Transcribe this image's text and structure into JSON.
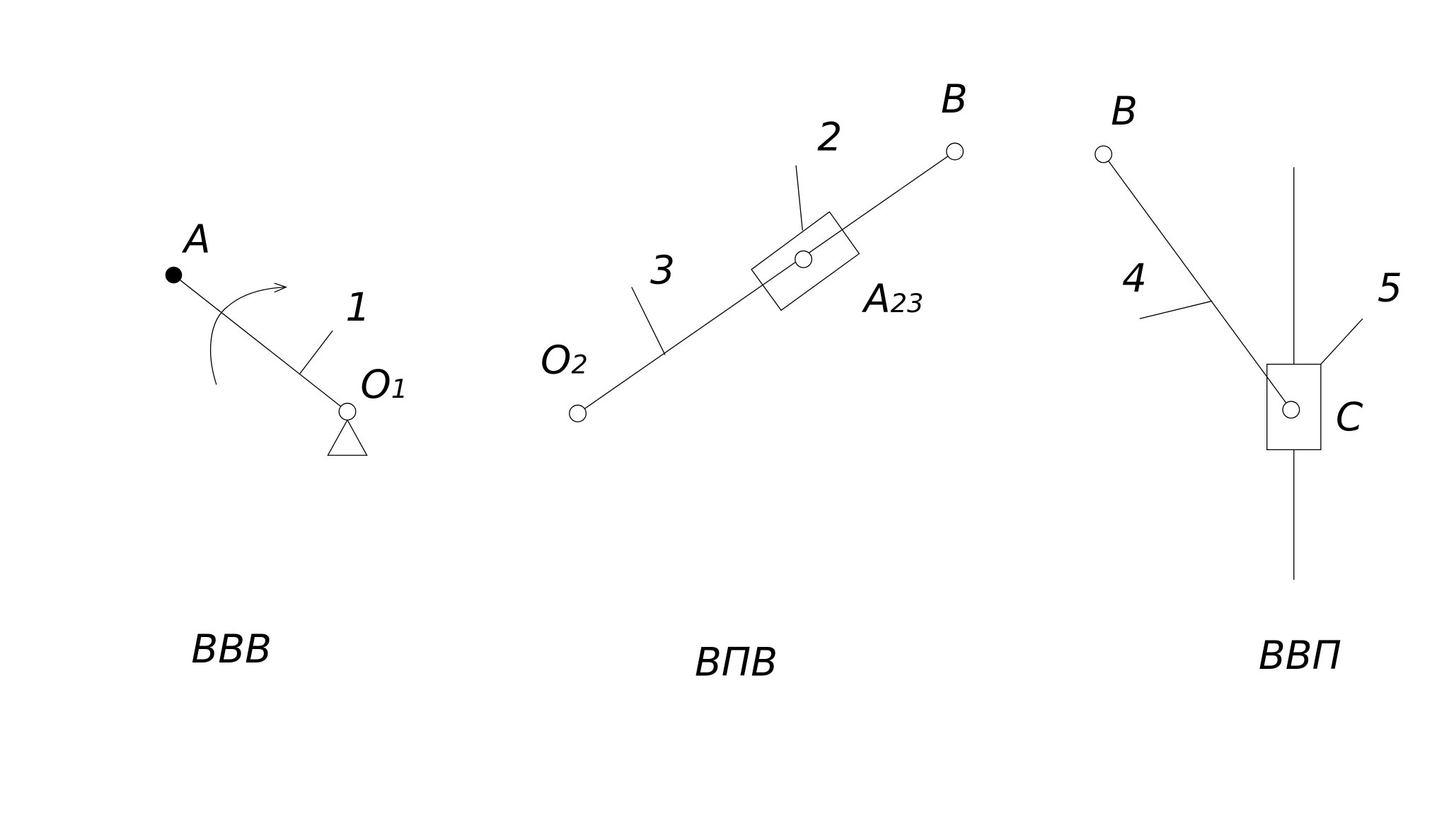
{
  "groups": [
    {
      "caption": "ВВВ",
      "labels": {
        "point_a": "A",
        "link": "1",
        "pivot": "O",
        "pivot_sub": "1"
      }
    },
    {
      "caption": "ВПВ",
      "labels": {
        "point_o": "O",
        "point_o_sub": "2",
        "link3": "3",
        "link2": "2",
        "point_b": "B",
        "slider": "A",
        "slider_sub": "23"
      }
    },
    {
      "caption": "ВВП",
      "labels": {
        "point_b": "B",
        "link4": "4",
        "link5": "5",
        "point_c": "C"
      }
    }
  ],
  "colors": {
    "ink": "#000000",
    "background": "#ffffff"
  }
}
